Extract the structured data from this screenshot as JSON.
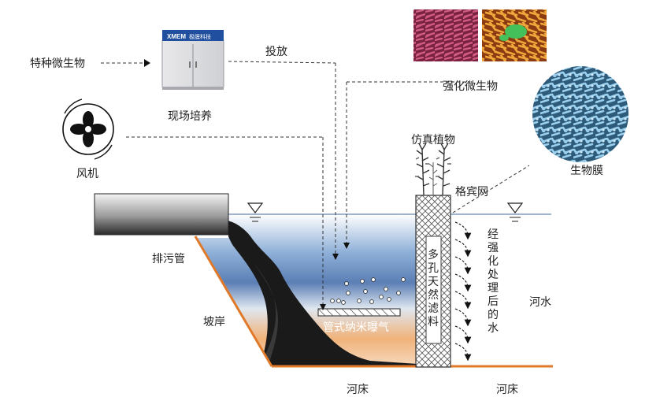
{
  "labels": {
    "special_microbes": "特种微生物",
    "release": "投放",
    "field_culture": "现场培养",
    "enhanced_microbes": "强化微生物",
    "fan": "风机",
    "artificial_plants": "仿真植物",
    "biofilm": "生物膜",
    "gabion": "格宾网",
    "drain_pipe": "排污管",
    "bank_slope": "坡岸",
    "porous_filter": "多孔天然滤料",
    "treated_water": "经强化处理后的水",
    "river_water": "河水",
    "aeration": "管式纳米曝气",
    "riverbed_left": "河床",
    "riverbed_right": "河床"
  },
  "device": {
    "brand": "XMEM",
    "brand_cn": "极膜科技"
  },
  "colors": {
    "bank": "#e07a2a",
    "water_top": "#5b7fb5",
    "water_mid": "#cfe0f0",
    "water_bottom": "#f0b27a",
    "sludge": "#1a1a1a",
    "gabion": "#666666",
    "micro_red": "#b0426a",
    "micro_orange": "#d78b2b",
    "micro_green": "#44c05a",
    "biofilm_blue": "#4a8fc0"
  },
  "icons": [
    "fan-icon",
    "water-level-icon",
    "arrow-right-icon",
    "plant-icon"
  ]
}
